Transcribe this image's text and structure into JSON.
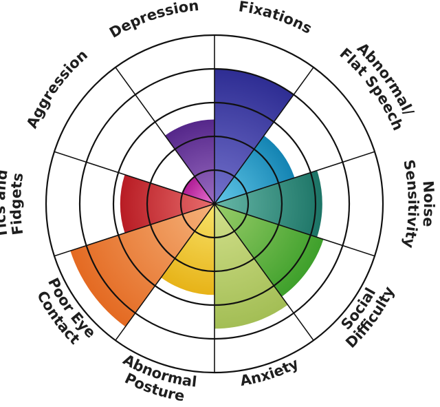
{
  "chart_data": {
    "type": "polar-area",
    "categories": [
      "Fixations",
      "Abnormal/\nFlat Speech",
      "Noise\nSensitivity",
      "Social\nDifficulty",
      "Anxiety",
      "Abnormal\nPosture",
      "Poor Eye\nContact",
      "Tics and\nFidgets",
      "Aggression",
      "Depression"
    ],
    "values": [
      4,
      2.5,
      3.2,
      3.4,
      3.7,
      2.7,
      4.5,
      2.8,
      1,
      2.5
    ],
    "rlim": [
      0,
      5
    ],
    "rings": 5,
    "grid": true,
    "colors": [
      [
        "#7472cc",
        "#2e2d93"
      ],
      [
        "#63c8e8",
        "#1484b3"
      ],
      [
        "#68b8a8",
        "#1c7466"
      ],
      [
        "#9acd6a",
        "#3ea02b"
      ],
      [
        "#d3e08c",
        "#a3be55"
      ],
      [
        "#f8e36a",
        "#e7b318"
      ],
      [
        "#f5b27a",
        "#e46a22"
      ],
      [
        "#e86e6e",
        "#b81c24"
      ],
      [
        "#e878d2",
        "#b01c95"
      ],
      [
        "#9a6cc2",
        "#55278a"
      ]
    ]
  }
}
